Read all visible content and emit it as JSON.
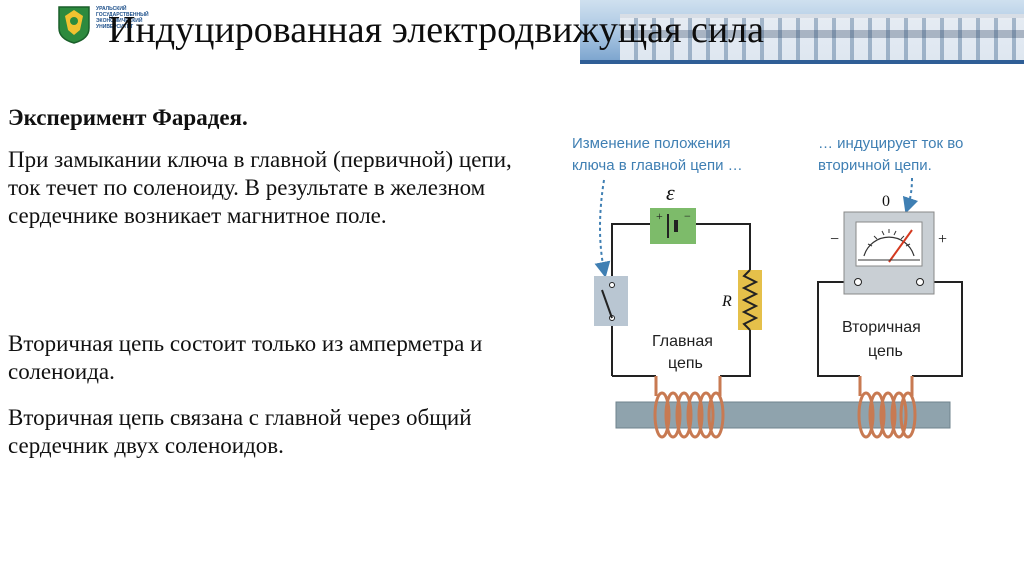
{
  "header": {
    "title": "Индуцированная электродвижущая сила",
    "logo_text": [
      "УРАЛЬСКИЙ",
      "ГОСУДАРСТВЕННЫЙ",
      "ЭКОНОМИЧЕСКИЙ",
      "УНИВЕРСИТЕТ"
    ]
  },
  "content": {
    "experiment_title": "Эксперимент Фарадея.",
    "paragraph1": "При замыкании ключа в главной (первичной) цепи, ток течет по соленоиду. В результате в железном сердечнике возникает магнитное поле.",
    "paragraph2": "Вторичная цепь состоит только из амперметра и соленоида.",
    "paragraph3": "Вторичная цепь связана с главной через общий сердечник двух соленоидов."
  },
  "diagram": {
    "caption_left": [
      "Изменение положения",
      "ключа в главной цепи …"
    ],
    "caption_right": [
      "… индуцирует ток во",
      "вторичной цепи."
    ],
    "emf_symbol": "ε",
    "battery_plus": "+",
    "battery_minus": "−",
    "resistor_symbol": "R",
    "meter_zero": "0",
    "meter_minus": "−",
    "meter_plus": "+",
    "primary_label": [
      "Главная",
      "цепь"
    ],
    "secondary_label": [
      "Вторичная",
      "цепь"
    ],
    "colors": {
      "caption": "#3f7fb3",
      "wire": "#222222",
      "coil": "#c87a52",
      "core": "#8fa3ad",
      "battery": "#7dbb6a",
      "resistor": "#e5c04a",
      "switch_bg": "#b9c6d2",
      "meter_bg": "#c9cfd4"
    }
  }
}
